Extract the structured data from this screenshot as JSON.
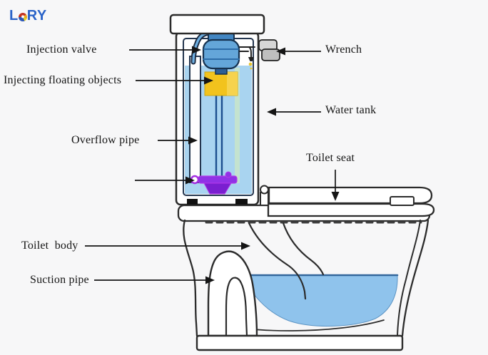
{
  "logo": {
    "part1": "L",
    "part2": "RY",
    "dot_icon": "colorful-dot-icon"
  },
  "labels": {
    "injection_valve": "Injection valve",
    "injecting_floating_objects": "Injecting floating objects",
    "overflow_pipe": "Overflow pipe",
    "wrench": "Wrench",
    "water_tank": "Water tank",
    "toilet_seat": "Toilet seat",
    "toilet_body": "Toilet  body",
    "suction_pipe": "Suction pipe"
  },
  "colors": {
    "background": "#f7f7f8",
    "outline": "#2b2b2b",
    "label_text": "#151515",
    "logo_blue": "#2a63c8",
    "tank_water": "#a9d4f0",
    "bowl_water": "#8fc3ec",
    "water_edge": "#33679c",
    "float_yellow": "#f2c31d",
    "fill_valve_blue": "#64a6d9",
    "flush_valve_purple": "#9032e6",
    "wrench_gray": "#d6d6d6",
    "stripe_green": "#c9e5c9"
  }
}
